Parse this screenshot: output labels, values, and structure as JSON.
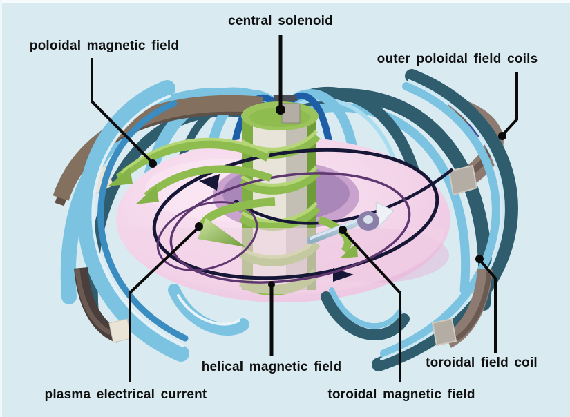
{
  "background_color": "#d9ebf1",
  "labels": {
    "central_solenoid": "central solenoid",
    "poloidal_magnetic_field": "poloidal magnetic field",
    "outer_poloidal_field_coils": "outer poloidal field coils",
    "plasma_electrical_current": "plasma electrical current",
    "helical_magnetic_field": "helical magnetic field",
    "toroidal_magnetic_field": "toroidal magnetic field",
    "toroidal_field_coil": "toroidal field coil"
  },
  "colors": {
    "background": "#d9ebf1",
    "plasma_torus_pink": "#f3d4e9",
    "torus_inner_wall_purple": "#c9a2ce",
    "solenoid_green": "#8fbc4e",
    "toroidal_coil_light_blue": "#7cc3e2",
    "toroidal_coil_dark_teal": "#2f5d6e",
    "coil_mid_blue": "#3b8cc0",
    "outer_poloidal_coil_brown": "#83705f",
    "coil_end_cap_beige": "#e9e4d6",
    "coil_end_cap_grey": "#b3ada4",
    "plasma_current_line_navy": "#161636",
    "helical_line_purple": "#5e3670",
    "field_arrow_rod_blue": "#9fb9cc",
    "leader_line_black": "#0b0b0b",
    "label_text": "#101010"
  }
}
